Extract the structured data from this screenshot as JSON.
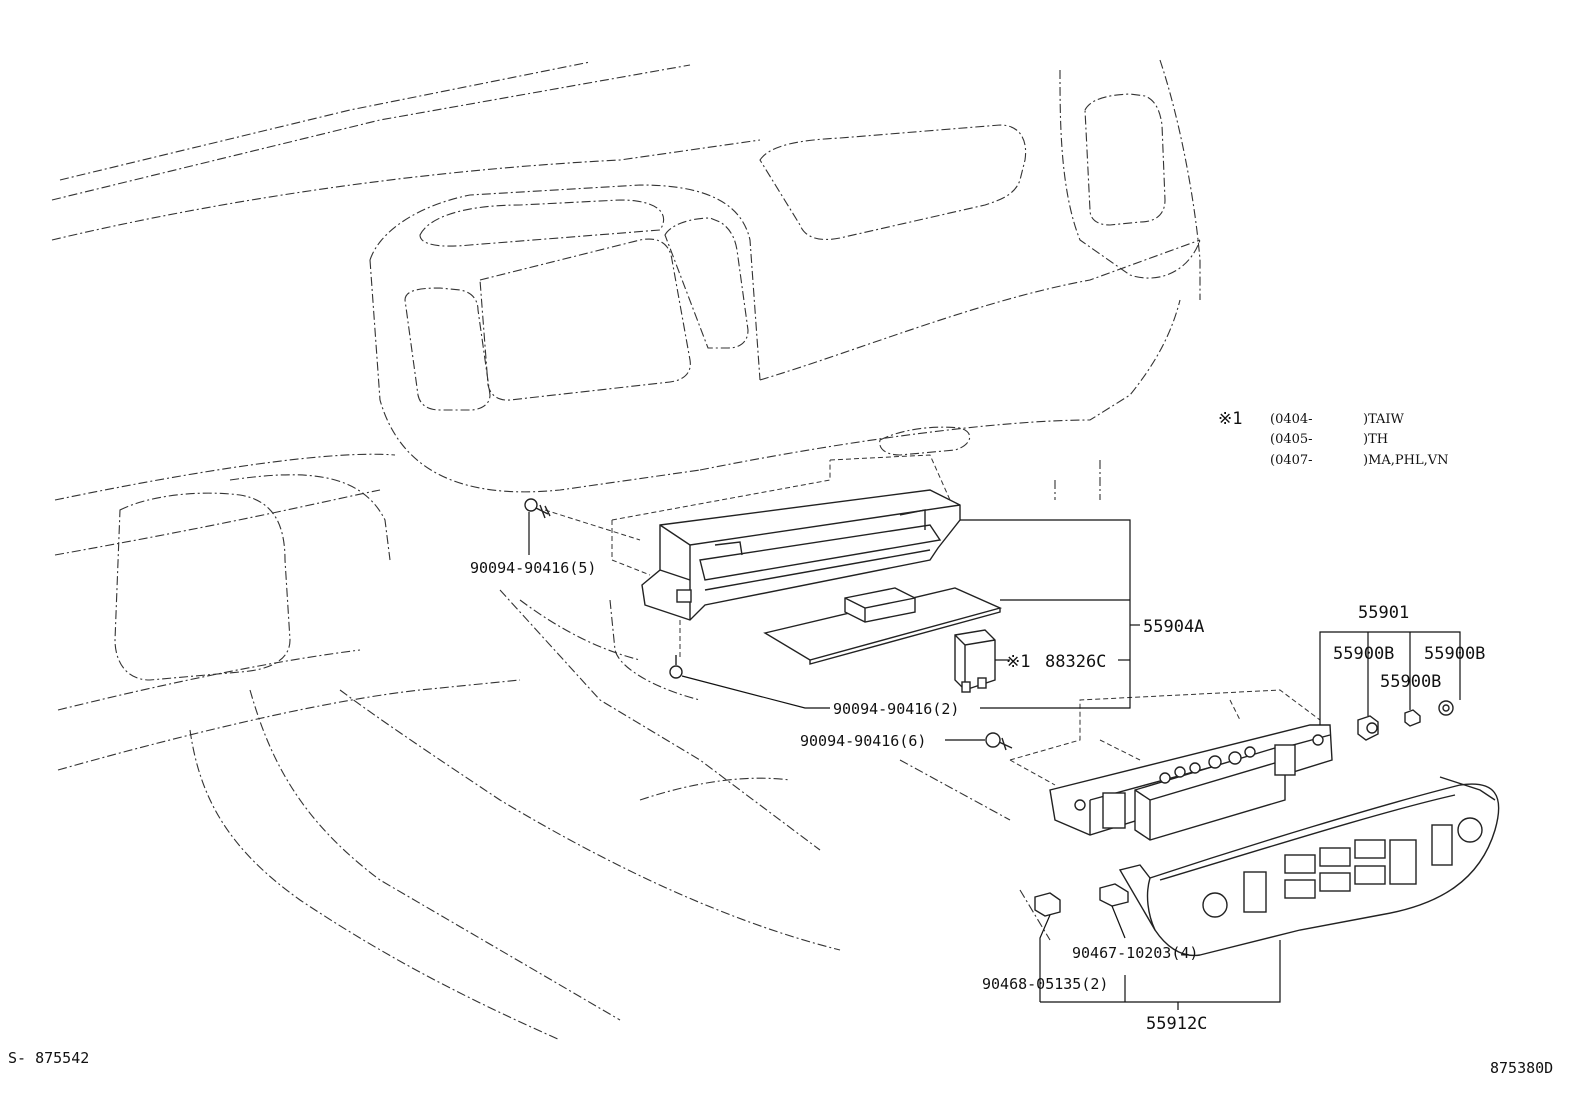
{
  "diagram": {
    "labels": {
      "screw_upper": "90094-90416(5)",
      "screw_lower": "90094-90416(2)",
      "screw_mid": "90094-90416(6)",
      "bracket_assy": "55904A",
      "relay_mark": "※1",
      "relay_part": "88326C",
      "panel_assy": "55901",
      "knob_left": "55900B",
      "knob_right": "55900B",
      "knob_mid": "55900B",
      "clip_right": "90467-10203(4)",
      "clip_left": "90468-05135(2)",
      "bezel_assy": "55912C",
      "sheet_ref": "S- 875542",
      "drawing_ref": "875380D"
    },
    "note": {
      "mark": "※1",
      "rows": [
        {
          "code": "(0404-",
          "regions": ")TAIW"
        },
        {
          "code": "(0405-",
          "regions": ")TH"
        },
        {
          "code": "(0407-",
          "regions": ")MA,PHL,VN"
        }
      ]
    }
  }
}
